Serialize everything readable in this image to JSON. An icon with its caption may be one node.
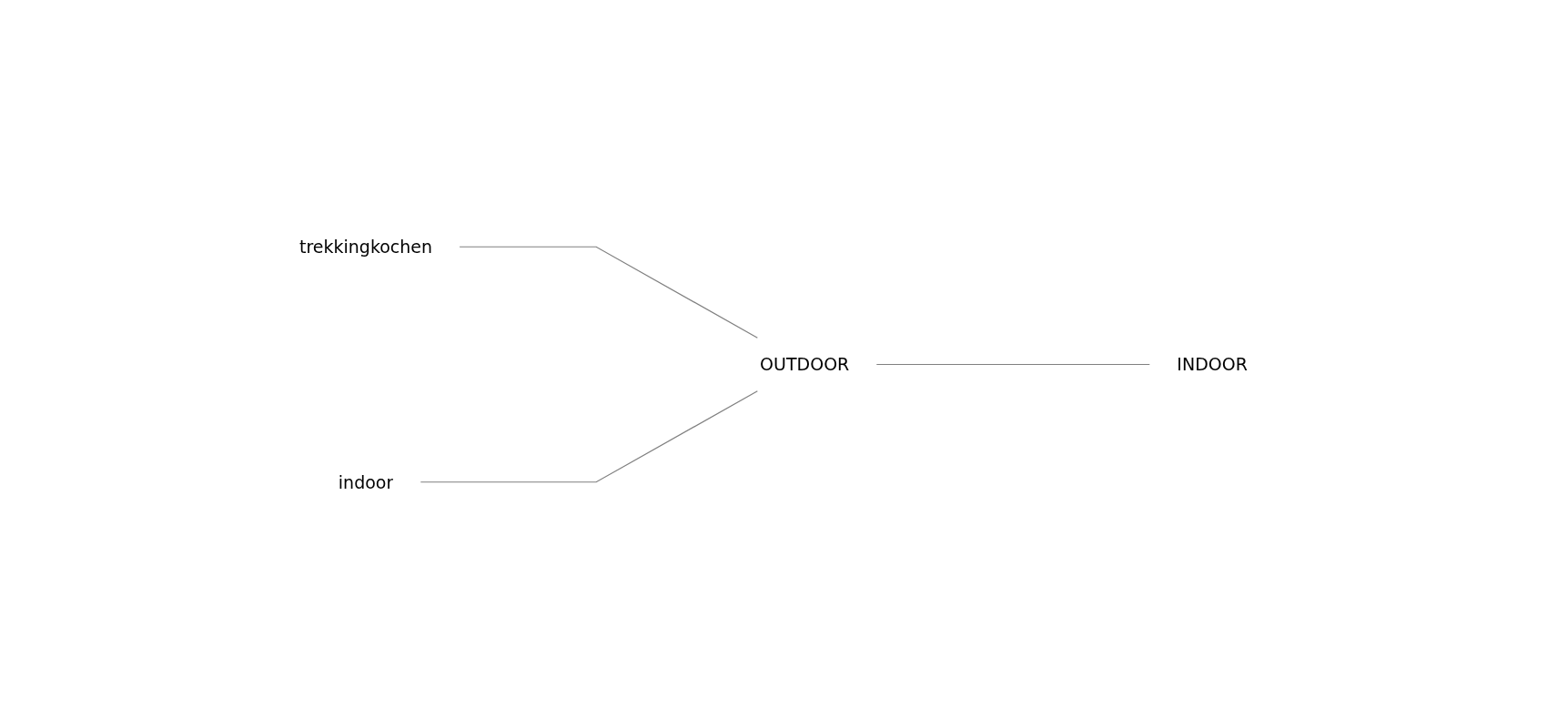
{
  "diagram": {
    "nodes": [
      {
        "text": [
          "trekkingkochen"
        ]
      },
      {
        "text": [
          "OUTDOOR"
        ]
      },
      {
        "text": [
          "INDOOR"
        ]
      },
      {
        "text": [
          "indoor"
        ]
      }
    ],
    "edges": [
      {
        "from": 0,
        "to": 1,
        "arrow": "none"
      },
      {
        "from": 1,
        "to": 2,
        "arrow": "none"
      },
      {
        "from": 3,
        "to": 1,
        "arrow": "none"
      }
    ]
  }
}
